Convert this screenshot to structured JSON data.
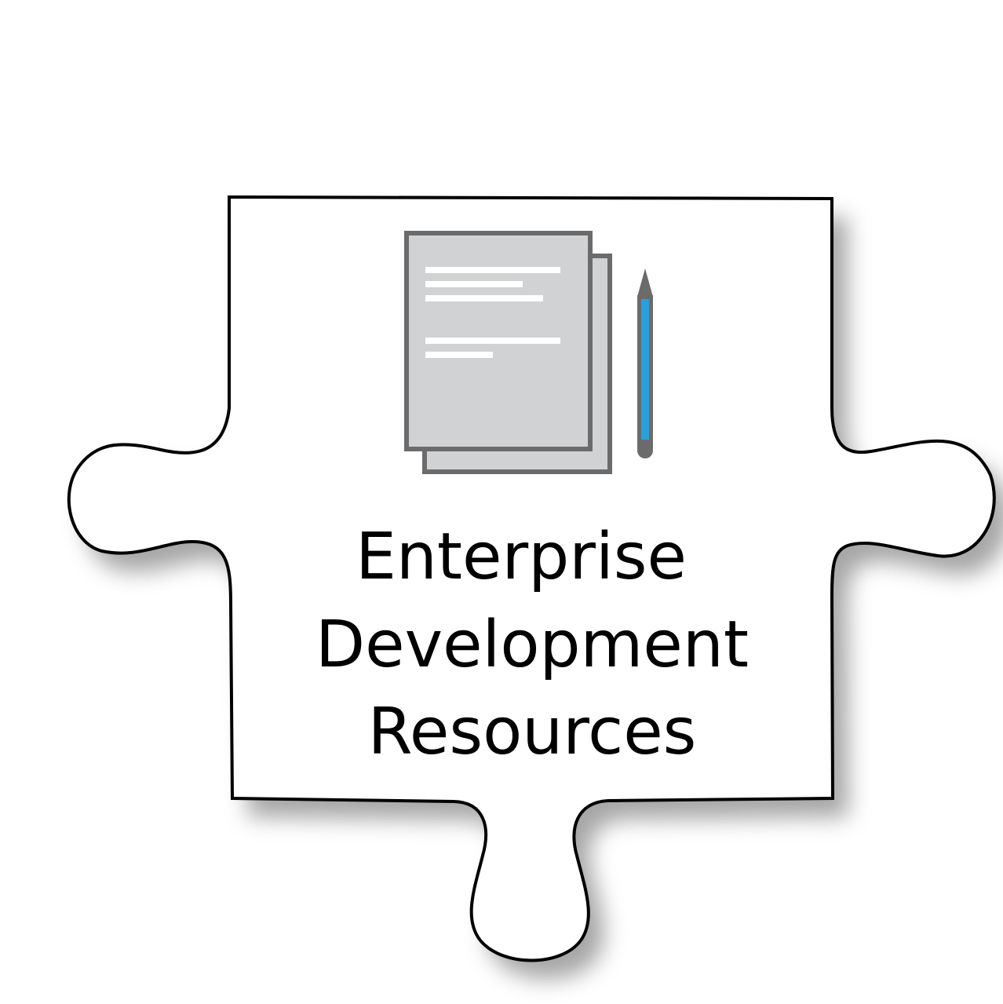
{
  "tile": {
    "title_lines": [
      "Enterprise",
      "Development",
      "Resources"
    ],
    "icon": "documents-and-pencil-icon"
  },
  "colors": {
    "background": "#ffffff",
    "piece_fill": "#ffffff",
    "piece_outline": "#000000",
    "document_fill": "#d1d2d4",
    "document_border": "#6b6b6b",
    "pencil_body": "#29a0db",
    "pencil_outline": "#6b6b6b",
    "text": "#000000"
  }
}
